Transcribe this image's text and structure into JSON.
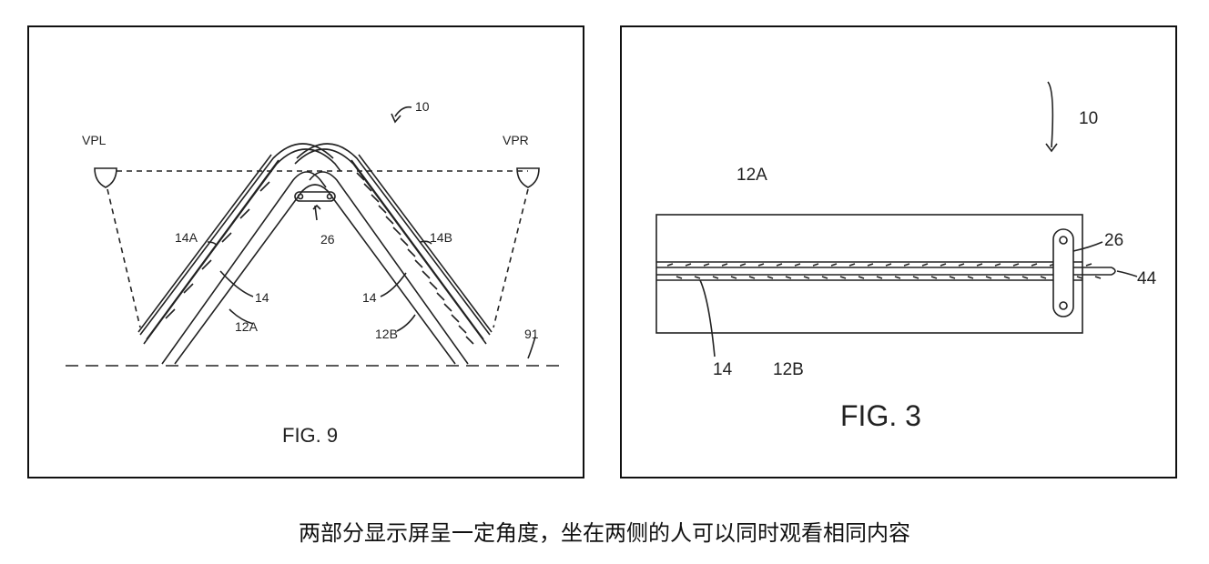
{
  "fig9": {
    "title": "FIG. 9",
    "labels": {
      "device": "10",
      "viewer_left": "VPL",
      "viewer_right": "VPR",
      "hinge": "26",
      "display_a": "14A",
      "display_b": "14B",
      "display_left": "14",
      "display_right": "14",
      "housing_a": "12A",
      "housing_b": "12B",
      "surface": "91"
    }
  },
  "fig3": {
    "title": "FIG. 3",
    "labels": {
      "device": "10",
      "housing_a": "12A",
      "hinge": "26",
      "fold": "44",
      "display": "14",
      "housing_b": "12B"
    }
  },
  "caption": "两部分显示屏呈一定角度，坐在两侧的人可以同时观看相同内容"
}
